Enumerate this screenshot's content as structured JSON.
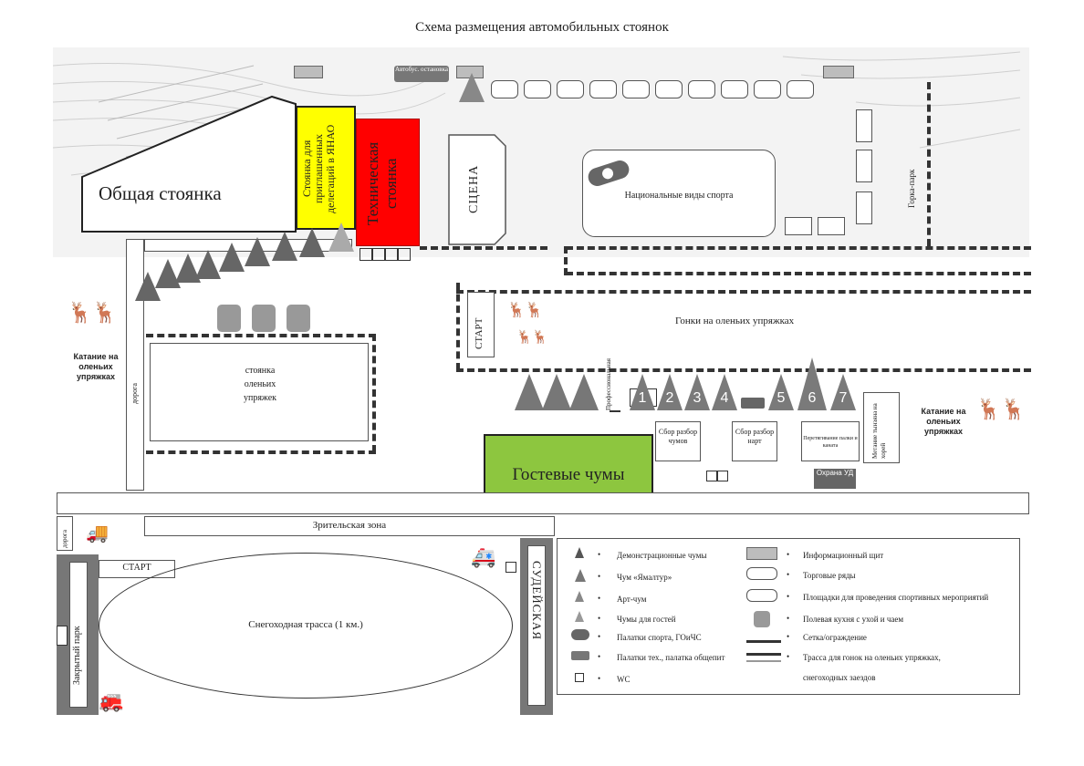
{
  "title": "Схема размещения автомобильных стоянок",
  "parking": {
    "general": "Общая стоянка",
    "delegations": "Стоянка для приглашенных делегаций в ЯНАО",
    "technical": "Техническая стоянка"
  },
  "map": {
    "scene": "СЦЕНА",
    "sports": "Национальные виды спорта",
    "bus_stop": "Автобус. остановка",
    "gorka_park": "Горка-парк",
    "start_top": "СТАРТ",
    "reindeer_race": "Гонки на оленьих упряжках",
    "reindeer_ride_left": "Катание на оленьих упряжках",
    "reindeer_ride_right": "Катание на оленьих упряжках",
    "reindeer_parking": "стоянка оленьих упряжек",
    "road_left": "дорога",
    "guest_chums": "Гостевые чумы",
    "chum_sbor1": "Сбор разбор чумов",
    "chum_sbor2": "Сбор разбор нарт",
    "chum_peretyag": "Перетягивание палки и каната",
    "okhrana": "Охрана УД",
    "metanie": "Метание тынзяна на хорей",
    "prof_scene": "Профессиональная",
    "numbered_chums": [
      "1",
      "2",
      "3",
      "4",
      "5",
      "6",
      "7"
    ],
    "spectator_zone": "Зрительская зона",
    "road_bottom": "дорога",
    "closed_park": "Закрытый парк",
    "start_bottom": "СТАРТ",
    "snow_track": "Снегоходная трасса (1 км.)",
    "judges": "СУДЕЙСКАЯ"
  },
  "legend": {
    "left": [
      "Демонстрационные чумы",
      "Чум «Ямалтур»",
      "Арт-чум",
      "Чумы для гостей",
      "Палатки спорта, ГОиЧС",
      "Палатки тех., палатка общепит",
      "WC"
    ],
    "right": [
      "Информационный щит",
      "Торговые ряды",
      "Площадки для проведения спортивных мероприятий",
      "Полевая кухня с ухой и чаем",
      "Сетка/ограждение",
      "Трасса для гонок на оленьих упряжках,",
      "снегоходных заездов"
    ]
  },
  "colors": {
    "delegations": "#ffff00",
    "technical": "#ff0000",
    "guest": "#8dc63f"
  }
}
